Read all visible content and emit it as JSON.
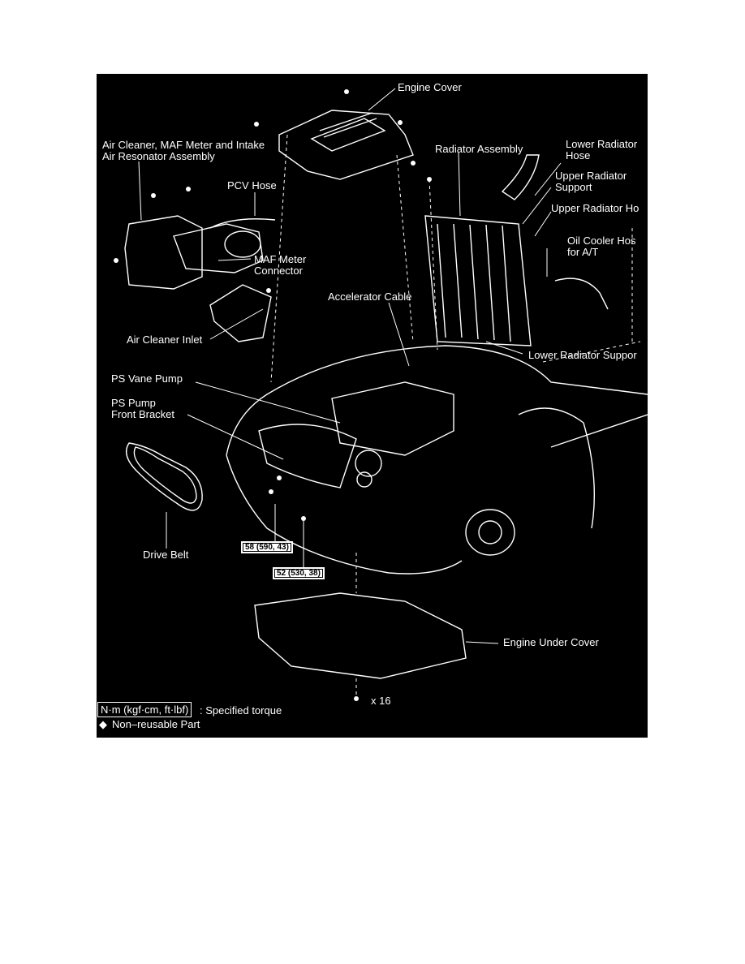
{
  "labels": {
    "engine_cover": "Engine Cover",
    "air_cleaner_1": "Air Cleaner, MAF Meter and Intake",
    "air_cleaner_2": "Air Resonator Assembly",
    "pcv_hose": "PCV Hose",
    "maf_connector_1": "MAF Meter",
    "maf_connector_2": "Connector",
    "air_cleaner_inlet": "Air Cleaner Inlet",
    "radiator_assembly": "Radiator Assembly",
    "lower_radiator_hose_1": "Lower Radiator",
    "lower_radiator_hose_2": "Hose",
    "upper_radiator_support_1": "Upper Radiator",
    "upper_radiator_support_2": "Support",
    "upper_radiator_hose": "Upper Radiator Ho",
    "oil_cooler_hose_1": "Oil Cooler Hos",
    "oil_cooler_hose_2": "for A/T",
    "accelerator_cable": "Accelerator Cable",
    "lower_radiator_support": "Lower Radiator Suppor",
    "ps_vane_pump": "PS Vane Pump",
    "ps_pump_bracket_1": "PS Pump",
    "ps_pump_bracket_2": "Front Bracket",
    "drive_belt": "Drive Belt",
    "engine_under_cover": "Engine Under Cover",
    "bolt_count": "x 16"
  },
  "torque": {
    "spec_58": "58 (590, 43)",
    "spec_52": "52 (530, 38)"
  },
  "legend": {
    "torque_unit": "N·m (kgf·cm, ft·lbf)",
    "torque_text": ": Specified torque",
    "nonreusable_symbol": "◆",
    "nonreusable_text": "Non–reusable Part"
  }
}
